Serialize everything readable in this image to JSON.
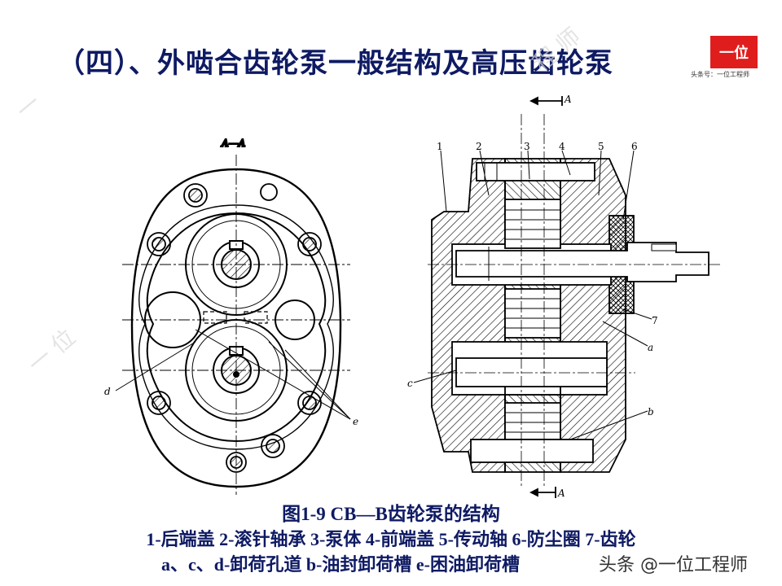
{
  "title": "（四）、外啮合齿轮泵一般结构及高压齿轮泵",
  "logo": {
    "text": "一位",
    "subtitle": "头条号：一位工程师",
    "color": "#e01d1d"
  },
  "watermark": "一位工程师",
  "figure": {
    "section_label": "A—A",
    "section_mark": "A",
    "part_numbers": [
      "1",
      "2",
      "3",
      "4",
      "5",
      "6",
      "7"
    ],
    "channel_labels": {
      "a": "a",
      "b": "b",
      "c": "c",
      "d": "d",
      "e": "e"
    }
  },
  "caption": {
    "line1": "图1-9 CB—B齿轮泵的结构",
    "line2": "1-后端盖 2-滚针轴承 3-泵体 4-前端盖 5-传动轴 6-防尘圈 7-齿轮",
    "line3": "a、c、d-卸荷孔道 b-油封卸荷槽 e-困油卸荷槽"
  },
  "credit": "头条 @一位工程师",
  "colors": {
    "title": "#0e1a63",
    "line": "#000000"
  }
}
